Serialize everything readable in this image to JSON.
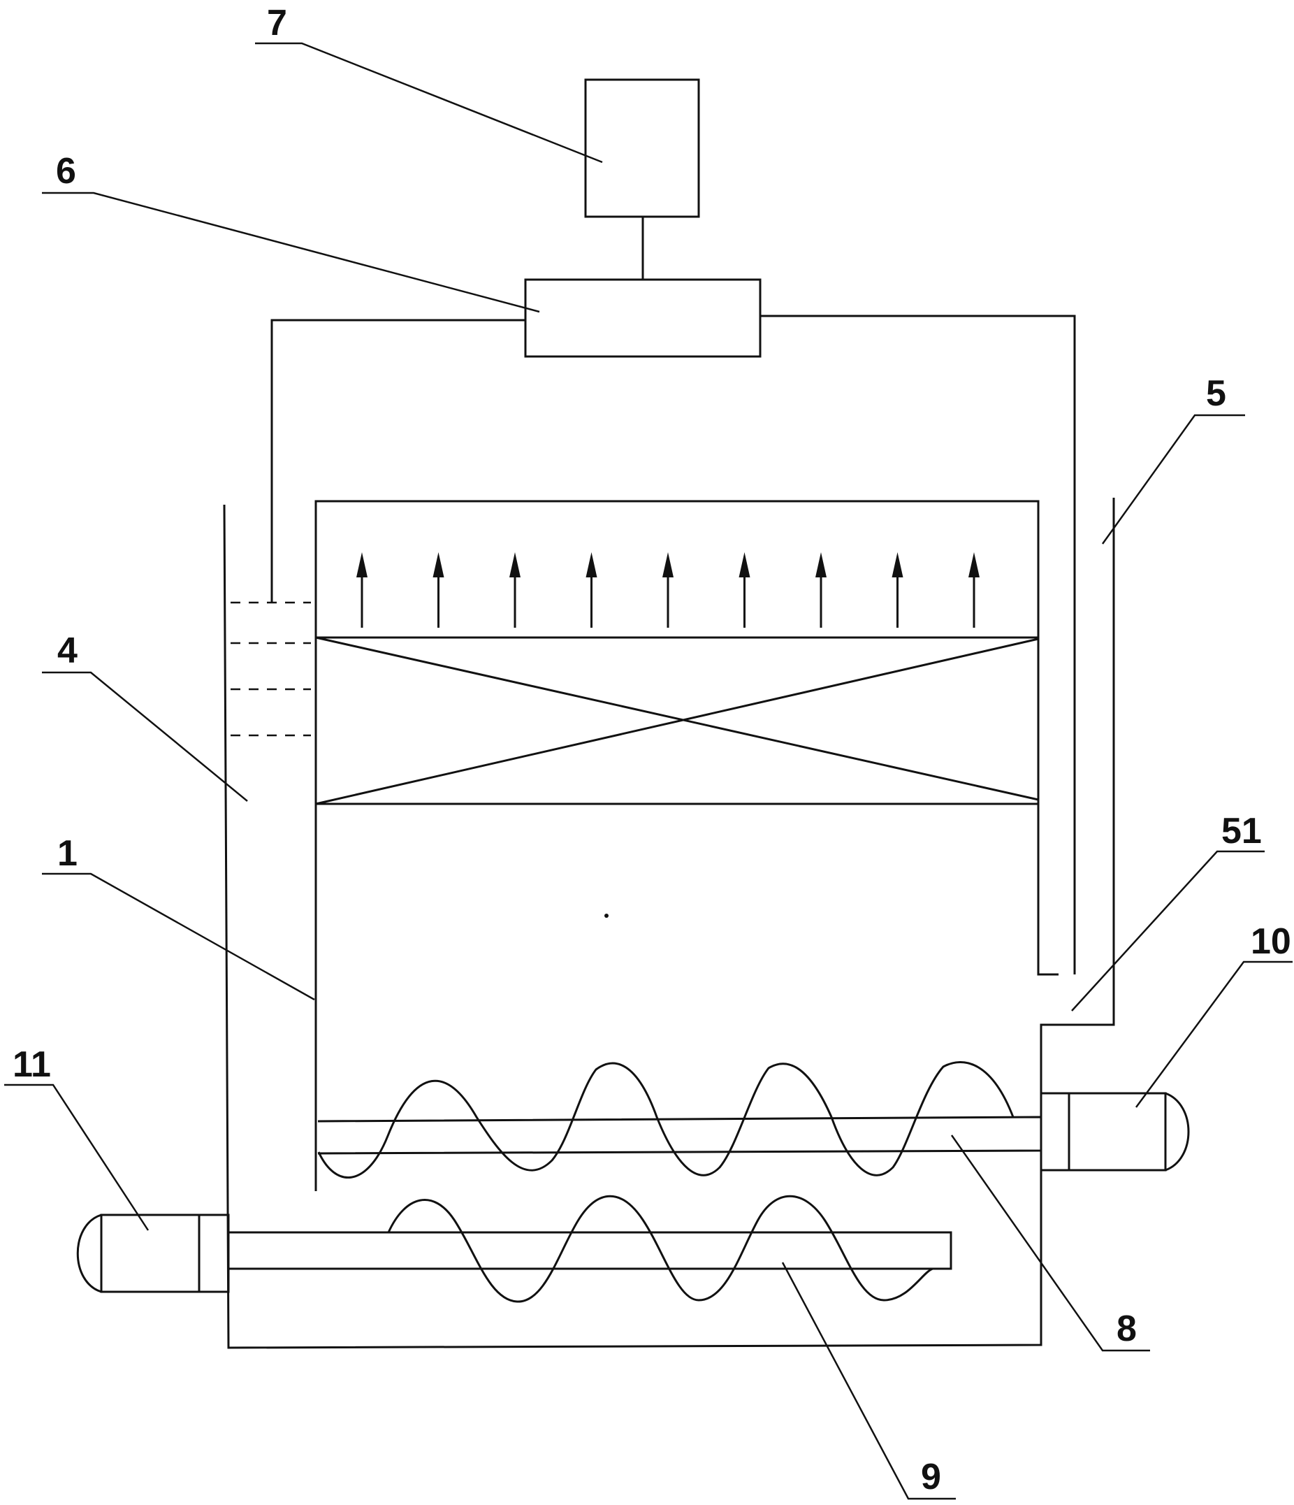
{
  "labels": {
    "l1": "1",
    "l4": "4",
    "l5": "5",
    "l51": "51",
    "l6": "6",
    "l7": "7",
    "l8": "8",
    "l9": "9",
    "l10": "10",
    "l11": "11"
  },
  "arrows": {
    "count": 9,
    "direction": "up"
  },
  "line_color": "#111111",
  "background": "#ffffff"
}
